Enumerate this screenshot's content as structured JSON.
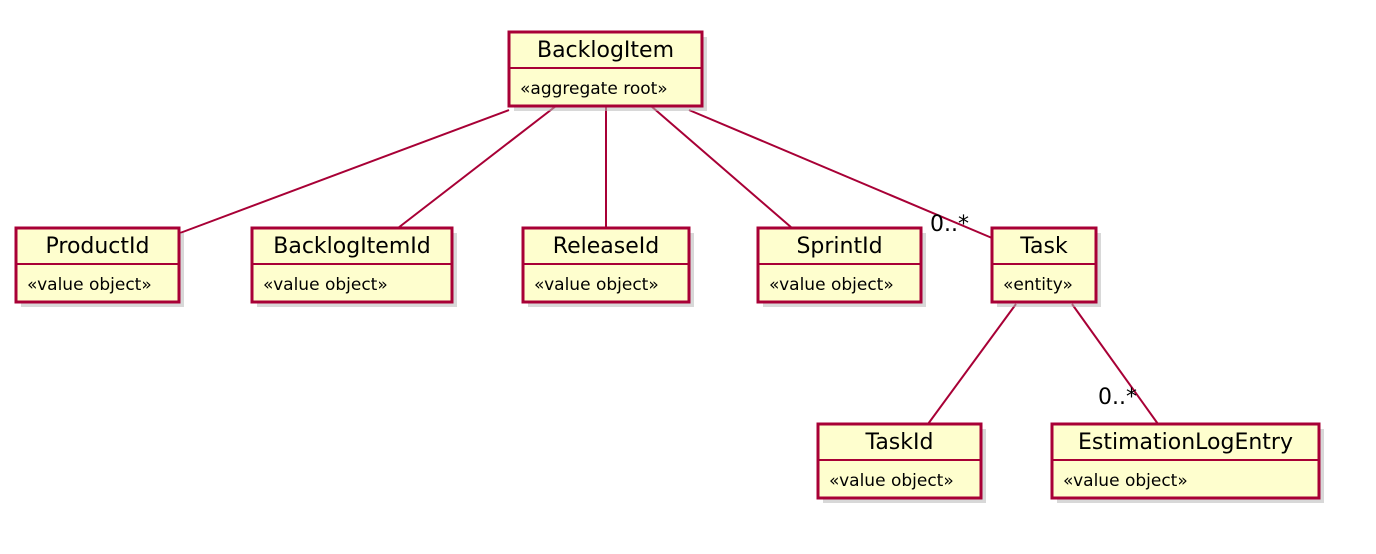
{
  "nodes": [
    {
      "id": "backlog-item",
      "name": "BacklogItem",
      "stereotype": "«aggregate root»"
    },
    {
      "id": "product-id",
      "name": "ProductId",
      "stereotype": "«value object»"
    },
    {
      "id": "backlog-item-id",
      "name": "BacklogItemId",
      "stereotype": "«value object»"
    },
    {
      "id": "release-id",
      "name": "ReleaseId",
      "stereotype": "«value object»"
    },
    {
      "id": "sprint-id",
      "name": "SprintId",
      "stereotype": "«value object»"
    },
    {
      "id": "task",
      "name": "Task",
      "stereotype": "«entity»"
    },
    {
      "id": "task-id",
      "name": "TaskId",
      "stereotype": "«value object»"
    },
    {
      "id": "estimation-log-entry",
      "name": "EstimationLogEntry",
      "stereotype": "«value object»"
    }
  ],
  "edges": [
    {
      "from": "backlog-item",
      "to": "product-id",
      "multiplicity": ""
    },
    {
      "from": "backlog-item",
      "to": "backlog-item-id",
      "multiplicity": ""
    },
    {
      "from": "backlog-item",
      "to": "release-id",
      "multiplicity": ""
    },
    {
      "from": "backlog-item",
      "to": "sprint-id",
      "multiplicity": ""
    },
    {
      "from": "backlog-item",
      "to": "task",
      "multiplicity": "0..*"
    },
    {
      "from": "task",
      "to": "task-id",
      "multiplicity": ""
    },
    {
      "from": "task",
      "to": "estimation-log-entry",
      "multiplicity": "0..*"
    }
  ],
  "colors": {
    "box_fill": "#fefece",
    "border": "#a80036",
    "text": "#000000"
  }
}
